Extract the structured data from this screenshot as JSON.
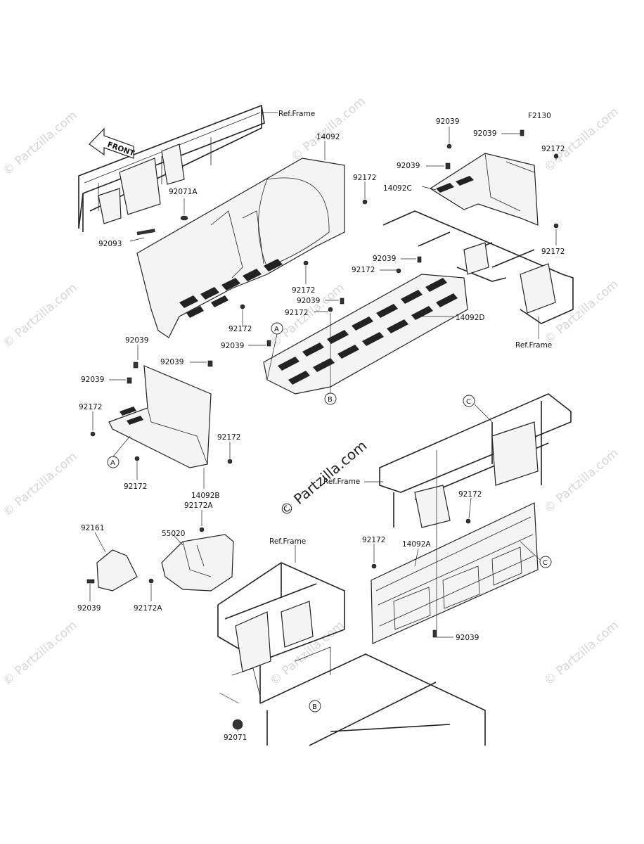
{
  "diagram_code": "F2130",
  "front_arrow_label": "FRONT",
  "callouts": {
    "A": "A",
    "B": "B",
    "C": "C"
  },
  "labels": {
    "ref_frame_top": "Ref.Frame",
    "ref_frame_right": "Ref.Frame",
    "ref_frame_mid": "Ref.Frame",
    "ref_frame_bottom": "Ref.Frame",
    "p14092": "14092",
    "p14092c": "14092C",
    "p14092d": "14092D",
    "p14092b": "14092B",
    "p14092a": "14092A",
    "p92071a": "92071A",
    "p92093": "92093",
    "p92172a_top": "92172A",
    "p92172a_bot": "92172A",
    "p55020": "55020",
    "p92161": "92161",
    "p92071": "92071",
    "n92039": "92039",
    "n92172": "92172"
  },
  "watermark": {
    "brand": "© Partzilla.com"
  }
}
